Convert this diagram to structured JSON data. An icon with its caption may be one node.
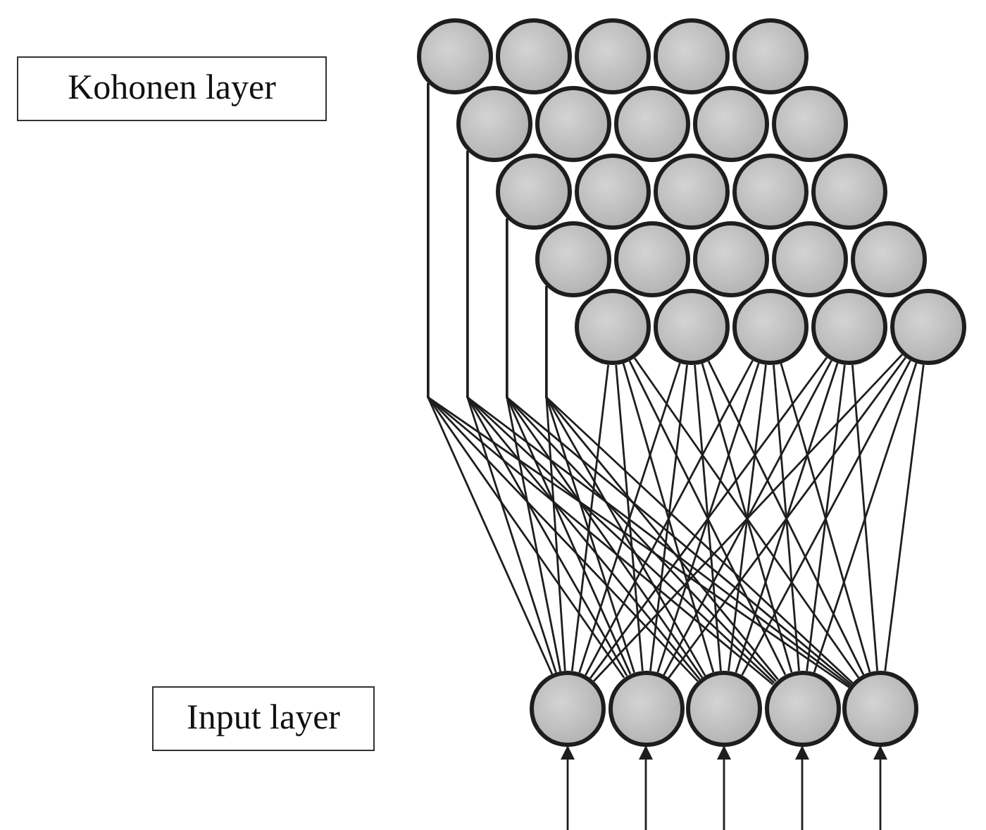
{
  "diagram": {
    "nodes": [
      {
        "text": [
          "Kohonen layer"
        ]
      },
      {
        "text": [],
        "shape": "circle"
      },
      {
        "text": [],
        "shape": "circle"
      },
      {
        "text": [],
        "shape": "circle"
      },
      {
        "text": [],
        "shape": "circle"
      },
      {
        "text": [],
        "shape": "circle"
      },
      {
        "text": [],
        "shape": "circle"
      },
      {
        "text": [],
        "shape": "circle"
      },
      {
        "text": [],
        "shape": "circle"
      },
      {
        "text": [],
        "shape": "circle"
      },
      {
        "text": [],
        "shape": "circle"
      },
      {
        "text": [],
        "shape": "circle"
      },
      {
        "text": [],
        "shape": "circle"
      },
      {
        "text": [],
        "shape": "circle"
      },
      {
        "text": [],
        "shape": "circle"
      },
      {
        "text": [],
        "shape": "circle"
      },
      {
        "text": [],
        "shape": "circle"
      },
      {
        "text": [],
        "shape": "circle"
      },
      {
        "text": [],
        "shape": "circle"
      },
      {
        "text": [],
        "shape": "circle"
      },
      {
        "text": [],
        "shape": "circle"
      },
      {
        "text": [],
        "shape": "circle"
      },
      {
        "text": [],
        "shape": "circle"
      },
      {
        "text": [],
        "shape": "circle"
      },
      {
        "text": [],
        "shape": "circle"
      },
      {
        "text": [],
        "shape": "circle"
      },
      {
        "text": [
          "Input layer"
        ]
      },
      {
        "text": [],
        "shape": "circle"
      },
      {
        "text": [],
        "shape": "circle"
      },
      {
        "text": [],
        "shape": "circle"
      },
      {
        "text": [],
        "shape": "circle"
      },
      {
        "text": [],
        "shape": "circle"
      }
    ],
    "edges": [
      {
        "from": 27,
        "to": 1,
        "arrow": "none"
      },
      {
        "from": 27,
        "to": 6,
        "arrow": "none"
      },
      {
        "from": 27,
        "to": 11,
        "arrow": "none"
      },
      {
        "from": 27,
        "to": 16,
        "arrow": "none"
      },
      {
        "from": 27,
        "to": 21,
        "arrow": "none"
      },
      {
        "from": 27,
        "to": 22,
        "arrow": "none"
      },
      {
        "from": 27,
        "to": 23,
        "arrow": "none"
      },
      {
        "from": 27,
        "to": 24,
        "arrow": "none"
      },
      {
        "from": 27,
        "to": 25,
        "arrow": "none"
      },
      {
        "from": 28,
        "to": 1,
        "arrow": "none"
      },
      {
        "from": 28,
        "to": 6,
        "arrow": "none"
      },
      {
        "from": 28,
        "to": 11,
        "arrow": "none"
      },
      {
        "from": 28,
        "to": 16,
        "arrow": "none"
      },
      {
        "from": 28,
        "to": 21,
        "arrow": "none"
      },
      {
        "from": 28,
        "to": 22,
        "arrow": "none"
      },
      {
        "from": 28,
        "to": 23,
        "arrow": "none"
      },
      {
        "from": 28,
        "to": 24,
        "arrow": "none"
      },
      {
        "from": 28,
        "to": 25,
        "arrow": "none"
      },
      {
        "from": 29,
        "to": 1,
        "arrow": "none"
      },
      {
        "from": 29,
        "to": 6,
        "arrow": "none"
      },
      {
        "from": 29,
        "to": 11,
        "arrow": "none"
      },
      {
        "from": 29,
        "to": 16,
        "arrow": "none"
      },
      {
        "from": 29,
        "to": 21,
        "arrow": "none"
      },
      {
        "from": 29,
        "to": 22,
        "arrow": "none"
      },
      {
        "from": 29,
        "to": 23,
        "arrow": "none"
      },
      {
        "from": 29,
        "to": 24,
        "arrow": "none"
      },
      {
        "from": 29,
        "to": 25,
        "arrow": "none"
      },
      {
        "from": 30,
        "to": 1,
        "arrow": "none"
      },
      {
        "from": 30,
        "to": 6,
        "arrow": "none"
      },
      {
        "from": 30,
        "to": 11,
        "arrow": "none"
      },
      {
        "from": 30,
        "to": 16,
        "arrow": "none"
      },
      {
        "from": 30,
        "to": 21,
        "arrow": "none"
      },
      {
        "from": 30,
        "to": 22,
        "arrow": "none"
      },
      {
        "from": 30,
        "to": 23,
        "arrow": "none"
      },
      {
        "from": 30,
        "to": 24,
        "arrow": "none"
      },
      {
        "from": 30,
        "to": 25,
        "arrow": "none"
      },
      {
        "from": 31,
        "to": 1,
        "arrow": "none"
      },
      {
        "from": 31,
        "to": 6,
        "arrow": "none"
      },
      {
        "from": 31,
        "to": 11,
        "arrow": "none"
      },
      {
        "from": 31,
        "to": 16,
        "arrow": "none"
      },
      {
        "from": 31,
        "to": 21,
        "arrow": "none"
      },
      {
        "from": 31,
        "to": 22,
        "arrow": "none"
      },
      {
        "from": 31,
        "to": 23,
        "arrow": "none"
      },
      {
        "from": 31,
        "to": 24,
        "arrow": "none"
      },
      {
        "from": 31,
        "to": 25,
        "arrow": "none"
      },
      {
        "from": null,
        "to": 27,
        "arrow": "to"
      },
      {
        "from": null,
        "to": 28,
        "arrow": "to"
      },
      {
        "from": null,
        "to": 29,
        "arrow": "to"
      },
      {
        "from": null,
        "to": 30,
        "arrow": "to"
      },
      {
        "from": null,
        "to": 31,
        "arrow": "to"
      }
    ]
  }
}
